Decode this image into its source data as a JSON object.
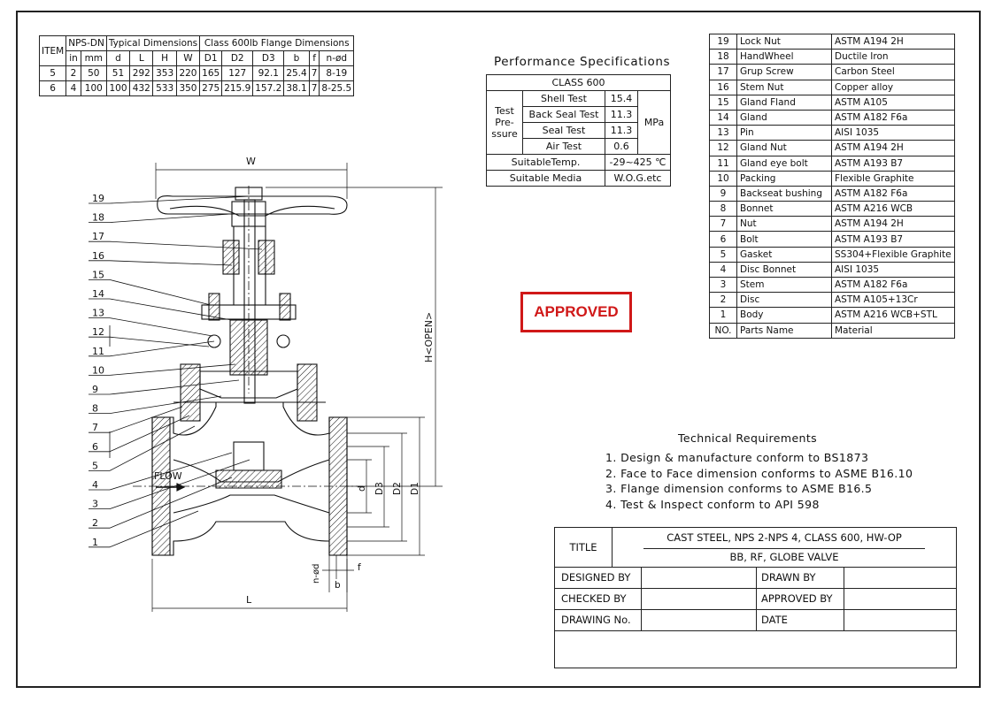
{
  "dimensions_table": {
    "headers": {
      "item": "ITEM",
      "nps_dn": "NPS-DN",
      "typical": "Typical Dimensions",
      "flange": "Class 600lb Flange Dimensions"
    },
    "subheaders": [
      "in",
      "mm",
      "d",
      "L",
      "H",
      "W",
      "D1",
      "D2",
      "D3",
      "b",
      "f",
      "n-ød"
    ],
    "rows": [
      [
        "5",
        "2",
        "50",
        "51",
        "292",
        "353",
        "220",
        "165",
        "127",
        "92.1",
        "25.4",
        "7",
        "8-19"
      ],
      [
        "6",
        "4",
        "100",
        "100",
        "432",
        "533",
        "350",
        "275",
        "215.9",
        "157.2",
        "38.1",
        "7",
        "8-25.5"
      ]
    ]
  },
  "performance": {
    "title": "Performance Specifications",
    "class": "CLASS 600",
    "test_label": "Test Pre- ssure",
    "tests": [
      {
        "name": "Shell Test",
        "value": "15.4"
      },
      {
        "name": "Back Seal Test",
        "value": "11.3"
      },
      {
        "name": "Seal Test",
        "value": "11.3"
      },
      {
        "name": "Air Test",
        "value": "0.6"
      }
    ],
    "unit": "MPa",
    "temp_label": "SuitableTemp.",
    "temp_value": "-29~425 ℃",
    "media_label": "Suitable Media",
    "media_value": "W.O.G.etc"
  },
  "parts": [
    {
      "no": "19",
      "name": "Lock Nut",
      "material": "ASTM A194 2H"
    },
    {
      "no": "18",
      "name": "HandWheel",
      "material": "Ductile Iron"
    },
    {
      "no": "17",
      "name": "Grup Screw",
      "material": "Carbon Steel"
    },
    {
      "no": "16",
      "name": "Stem Nut",
      "material": "Copper alloy"
    },
    {
      "no": "15",
      "name": "Gland Fland",
      "material": "ASTM A105"
    },
    {
      "no": "14",
      "name": "Gland",
      "material": "ASTM A182 F6a"
    },
    {
      "no": "13",
      "name": "Pin",
      "material": "AISI 1035"
    },
    {
      "no": "12",
      "name": "Gland Nut",
      "material": "ASTM A194 2H"
    },
    {
      "no": "11",
      "name": "Gland eye bolt",
      "material": "ASTM A193 B7"
    },
    {
      "no": "10",
      "name": "Packing",
      "material": "Flexible Graphite"
    },
    {
      "no": "9",
      "name": "Backseat bushing",
      "material": "ASTM A182 F6a"
    },
    {
      "no": "8",
      "name": "Bonnet",
      "material": "ASTM A216 WCB"
    },
    {
      "no": "7",
      "name": "Nut",
      "material": "ASTM A194 2H"
    },
    {
      "no": "6",
      "name": "Bolt",
      "material": "ASTM A193 B7"
    },
    {
      "no": "5",
      "name": "Gasket",
      "material": "SS304+Flexible Graphite"
    },
    {
      "no": "4",
      "name": "Disc Bonnet",
      "material": "AISI 1035"
    },
    {
      "no": "3",
      "name": "Stem",
      "material": "ASTM A182 F6a"
    },
    {
      "no": "2",
      "name": "Disc",
      "material": "ASTM A105+13Cr"
    },
    {
      "no": "1",
      "name": "Body",
      "material": "ASTM A216 WCB+STL"
    }
  ],
  "parts_header": {
    "no": "NO.",
    "name": "Parts Name",
    "material": "Material"
  },
  "stamp": "APPROVED",
  "technical": {
    "title": "Technical Requirements",
    "items": [
      "1. Design & manufacture conform to BS1873",
      "2. Face to Face dimension conforms to ASME B16.10",
      "3. Flange dimension conforms to ASME B16.5",
      "4. Test & Inspect conform to API 598"
    ]
  },
  "title_block": {
    "title_label": "TITLE",
    "title_line1": "CAST STEEL, NPS 2-NPS 4, CLASS 600, HW-OP",
    "title_line2": "BB, RF, GLOBE VALVE",
    "designed_by": "DESIGNED BY",
    "drawn_by": "DRAWN BY",
    "checked_by": "CHECKED BY",
    "approved_by": "APPROVED BY",
    "drawing_no": "DRAWING No.",
    "date": "DATE"
  },
  "drawing_labels": {
    "callouts": [
      "19",
      "18",
      "17",
      "16",
      "15",
      "14",
      "13",
      "12",
      "11",
      "10",
      "9",
      "8",
      "7",
      "6",
      "5",
      "4",
      "3",
      "2",
      "1"
    ],
    "w": "W",
    "l": "L",
    "h_open": "H<OPEN>",
    "flow": "FLOW",
    "d": "d",
    "d3": "D3",
    "d2": "D2",
    "d1": "D1",
    "n_od": "n-ød",
    "f": "f",
    "b": "b"
  }
}
